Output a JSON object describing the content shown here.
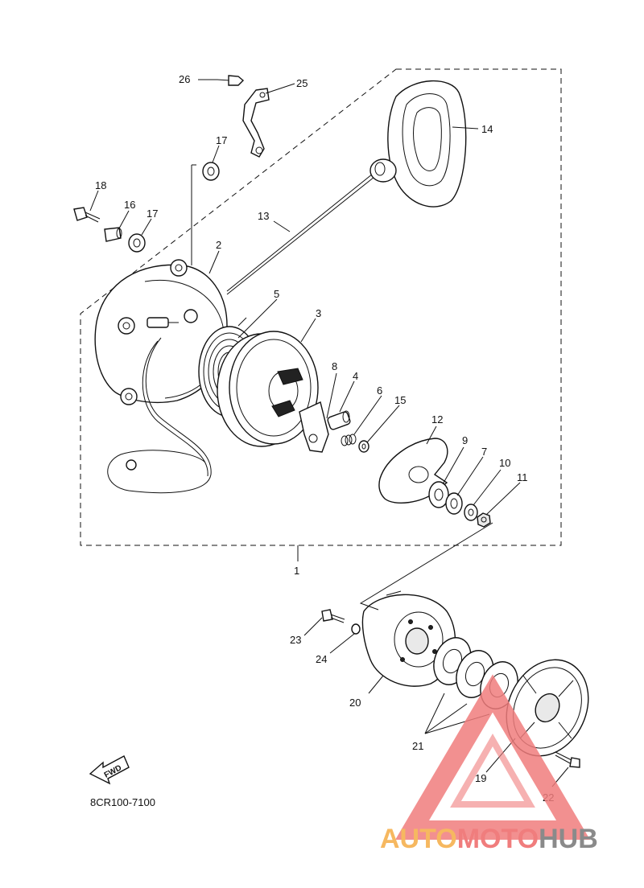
{
  "diagram": {
    "code": "8CR100-7100",
    "fwd_label": "FWD",
    "watermark": {
      "part1": "AUTO",
      "part2": "MOTO",
      "part3": "HUB"
    },
    "colors": {
      "watermark_orange": "#f6b860",
      "watermark_red": "#f07d7d",
      "watermark_grey": "#8a8a8a"
    },
    "callouts": [
      {
        "id": "c26",
        "label": "26"
      },
      {
        "id": "c25",
        "label": "25"
      },
      {
        "id": "c14",
        "label": "14"
      },
      {
        "id": "c17a",
        "label": "17"
      },
      {
        "id": "c18",
        "label": "18"
      },
      {
        "id": "c16",
        "label": "16"
      },
      {
        "id": "c17b",
        "label": "17"
      },
      {
        "id": "c13",
        "label": "13"
      },
      {
        "id": "c2",
        "label": "2"
      },
      {
        "id": "c5",
        "label": "5"
      },
      {
        "id": "c3",
        "label": "3"
      },
      {
        "id": "c8",
        "label": "8"
      },
      {
        "id": "c4",
        "label": "4"
      },
      {
        "id": "c6",
        "label": "6"
      },
      {
        "id": "c15",
        "label": "15"
      },
      {
        "id": "c12",
        "label": "12"
      },
      {
        "id": "c9",
        "label": "9"
      },
      {
        "id": "c7",
        "label": "7"
      },
      {
        "id": "c10",
        "label": "10"
      },
      {
        "id": "c11",
        "label": "11"
      },
      {
        "id": "c1",
        "label": "1"
      },
      {
        "id": "c23",
        "label": "23"
      },
      {
        "id": "c24",
        "label": "24"
      },
      {
        "id": "c20",
        "label": "20"
      },
      {
        "id": "c21",
        "label": "21"
      },
      {
        "id": "c19",
        "label": "19"
      },
      {
        "id": "c22",
        "label": "22"
      }
    ]
  }
}
